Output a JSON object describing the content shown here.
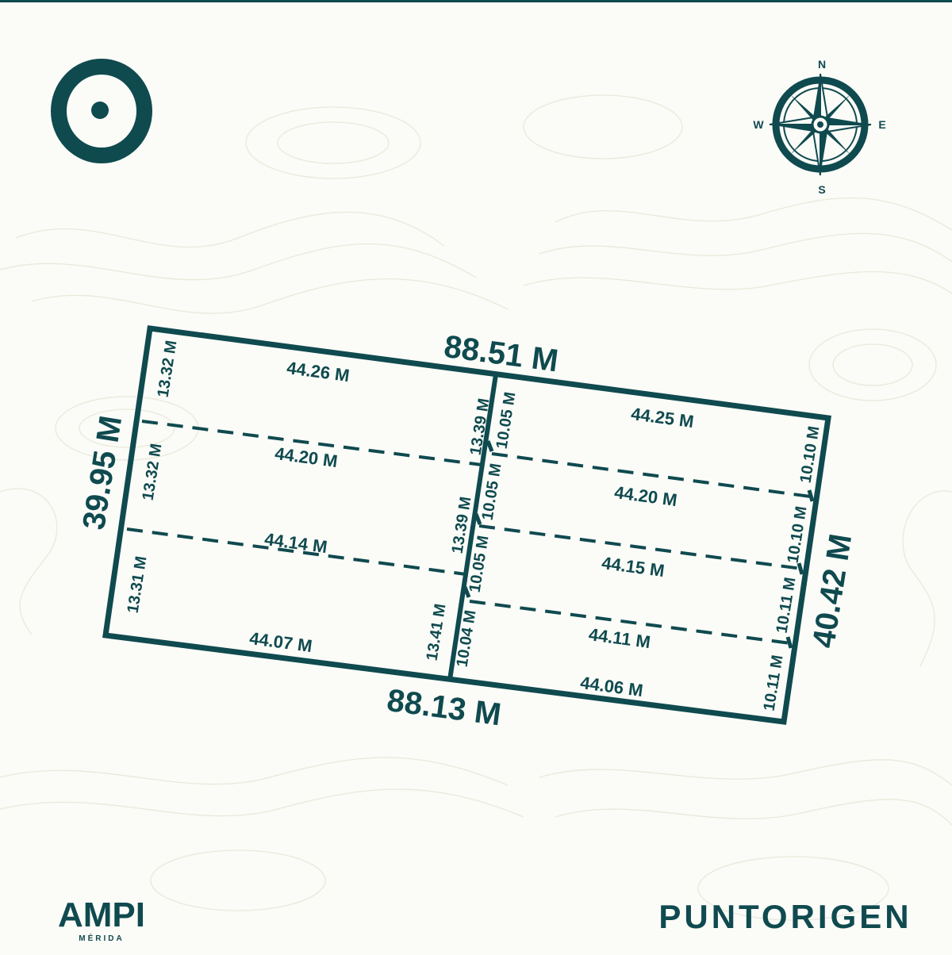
{
  "colors": {
    "primary": "#0f4a4f",
    "background": "#fbfbf7",
    "topo": "#e6e9d9"
  },
  "compass": {
    "icon": "compass-rose-icon",
    "n": "N",
    "s": "S",
    "e": "E",
    "w": "W"
  },
  "brand": {
    "logo_icon": "puntorigen-o-logo-icon",
    "ampi_name": "AMPI",
    "ampi_city": "MÉRIDA",
    "puntorigen_name": "PUNTORIGEN"
  },
  "plot": {
    "top_length": "88.51 M",
    "bottom_length": "88.13 M",
    "left_length": "39.95 M",
    "right_length": "40.42 M",
    "lot_widths": {
      "left_top": "44.26 M",
      "left_1": "44.20 M",
      "left_2": "44.14 M",
      "left_bottom": "44.07 M",
      "right_top": "44.25 M",
      "right_1": "44.20 M",
      "right_2": "44.15 M",
      "right_3": "44.11 M",
      "right_bottom": "44.06 M"
    },
    "lot_depths": {
      "west_edge": [
        "13.32 M",
        "13.32 M",
        "13.31 M"
      ],
      "mid_left": [
        "13.39 M",
        "13.39 M",
        "13.41 M"
      ],
      "mid_right": [
        "10.05 M",
        "10.05 M",
        "10.05 M",
        "10.04 M"
      ],
      "east_edge": [
        "10.10 M",
        "10.10 M",
        "10.11 M",
        "10.11 M"
      ]
    }
  }
}
